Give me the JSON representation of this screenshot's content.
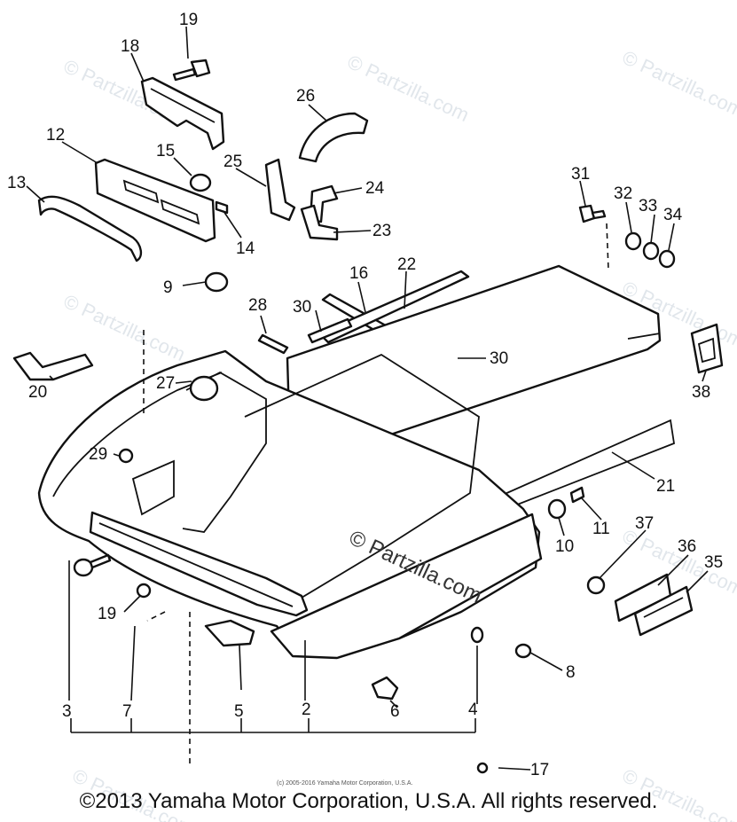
{
  "diagram": {
    "callouts": [
      "19",
      "18",
      "26",
      "12",
      "15",
      "25",
      "24",
      "13",
      "14",
      "23",
      "31",
      "32",
      "33",
      "34",
      "9",
      "16",
      "22",
      "28",
      "30",
      "30",
      "20",
      "27",
      "38",
      "29",
      "21",
      "11",
      "10",
      "37",
      "36",
      "35",
      "19",
      "8",
      "3",
      "7",
      "5",
      "2",
      "6",
      "4",
      "17"
    ]
  },
  "watermarks": {
    "tile": "© Partzilla.com",
    "center": "© Partzilla.com"
  },
  "fineprint": "(c) 2005-2016 Yamaha Motor Corporation, U.S.A.",
  "copyright": "©2013 Yamaha Motor Corporation, U.S.A. All rights reserved."
}
